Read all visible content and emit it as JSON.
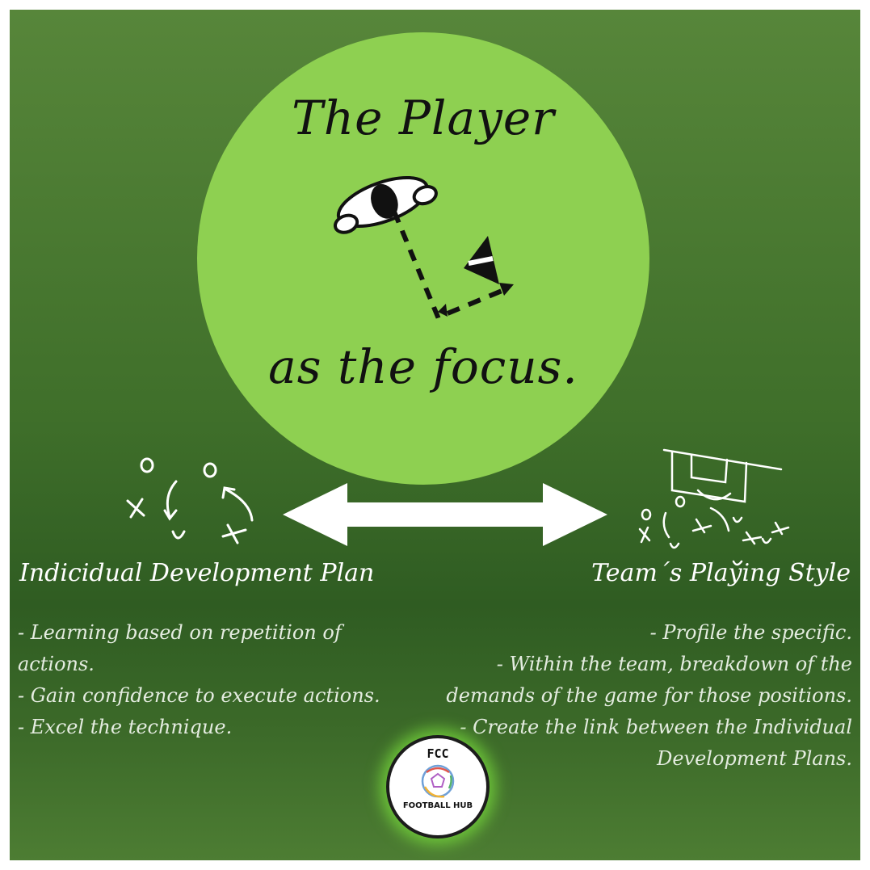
{
  "title": {
    "line1": "The Player",
    "line2": "as the focus."
  },
  "left": {
    "heading": "Indicidual Development Plan",
    "items": [
      "- Learning based on repetition of actions.",
      "- Gain confidence to execute actions.",
      "- Excel the technique."
    ]
  },
  "right": {
    "heading": "Team´s Playing Style",
    "items": [
      "- Profile the specific.",
      "- Within the team, breakdown of the demands of the game for those positions.",
      "- Create the link between the Individual Development Plans."
    ]
  },
  "logo": {
    "top": "FCC",
    "bottom": "FOOTBALL HUB",
    "icon": "soccer-ball-icon"
  },
  "colors": {
    "circle": "#8ed051",
    "background": "#3f6f2a",
    "text": "#ffffff"
  }
}
